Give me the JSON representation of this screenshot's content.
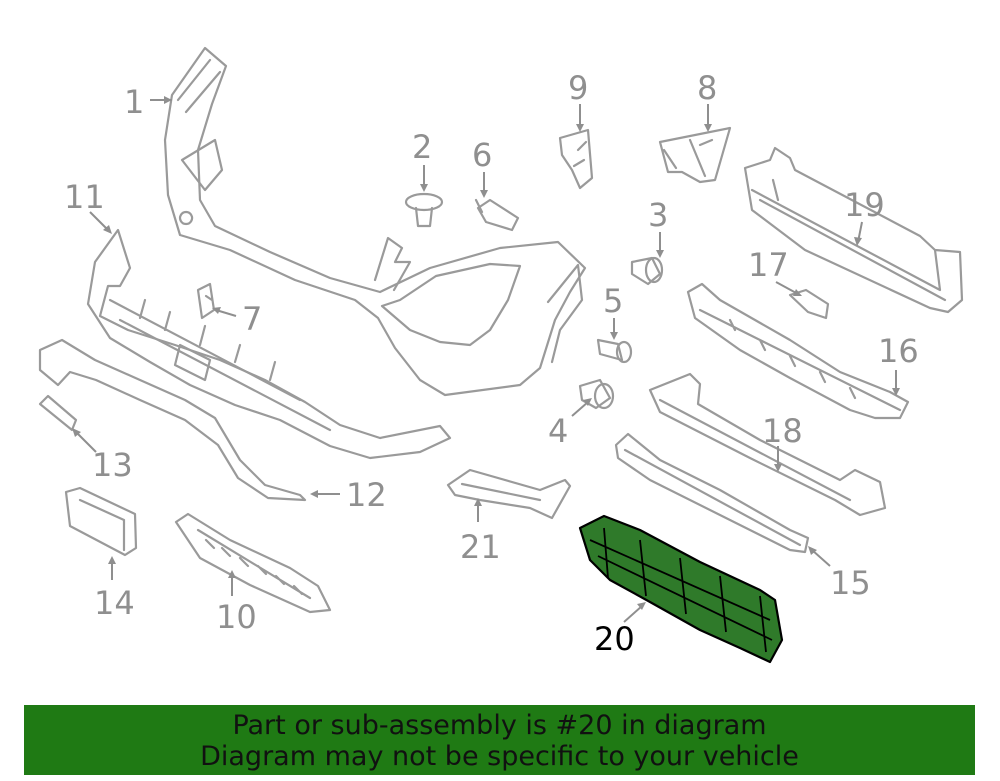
{
  "callouts": {
    "c1": "1",
    "c2": "2",
    "c3": "3",
    "c4": "4",
    "c5": "5",
    "c6": "6",
    "c7": "7",
    "c8": "8",
    "c9": "9",
    "c10": "10",
    "c11": "11",
    "c12": "12",
    "c13": "13",
    "c14": "14",
    "c15": "15",
    "c16": "16",
    "c17": "17",
    "c18": "18",
    "c19": "19",
    "c20": "20",
    "c21": "21"
  },
  "highlight": {
    "part_number": "20",
    "color": "#2f7a2a"
  },
  "banner": {
    "line1": "Part or sub-assembly is #20 in diagram",
    "line2": "Diagram may not be specific to your vehicle",
    "background": "#1f7a14"
  }
}
